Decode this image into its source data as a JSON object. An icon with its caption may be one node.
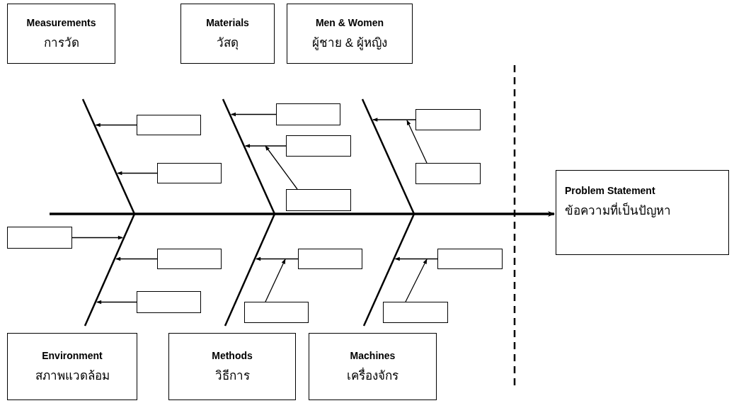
{
  "diagram": {
    "nodes": [
      {
        "text": [
          "Measurements",
          "การวัด"
        ]
      },
      {
        "text": [
          "Materials",
          "วัสดุ"
        ]
      },
      {
        "text": [
          "Men & Women",
          "ผู้ชาย & ผู้หญิง"
        ]
      },
      {
        "text": [],
        "shape": "line"
      },
      {
        "text": [],
        "shape": "line"
      },
      {
        "text": [],
        "shape": "line"
      },
      {
        "text": [],
        "shape": "box"
      },
      {
        "text": [],
        "shape": "box"
      },
      {
        "text": [],
        "shape": "box"
      },
      {
        "text": [],
        "shape": "box"
      },
      {
        "text": [],
        "shape": "box"
      },
      {
        "text": [],
        "shape": "box"
      },
      {
        "text": [],
        "shape": "box"
      },
      {
        "text": [
          "Problem Statement",
          "ข้อความที่เป็นปัญหา"
        ]
      },
      {
        "text": [],
        "shape": "line"
      },
      {
        "text": [],
        "shape": "line"
      },
      {
        "text": [],
        "shape": "line"
      },
      {
        "text": [],
        "shape": "box"
      },
      {
        "text": [],
        "shape": "box"
      },
      {
        "text": [],
        "shape": "box"
      },
      {
        "text": [],
        "shape": "box"
      },
      {
        "text": [],
        "shape": "box"
      },
      {
        "text": [],
        "shape": "box"
      },
      {
        "text": [],
        "shape": "box"
      },
      {
        "text": [
          "Environment",
          "สภาพแวดล้อม"
        ]
      },
      {
        "text": [
          "Methods",
          "วิธีการ"
        ]
      },
      {
        "text": [
          "Machines",
          "เครื่องจักร"
        ]
      }
    ],
    "edges": [
      {
        "from": null,
        "to": 13,
        "arrow": "to",
        "style": "thick"
      },
      {
        "from": 8,
        "to": 3,
        "arrow": "to"
      },
      {
        "from": 10,
        "to": 3,
        "arrow": "to"
      },
      {
        "from": 6,
        "to": 4,
        "arrow": "to"
      },
      {
        "from": 9,
        "to": 4,
        "arrow": "to"
      },
      {
        "from": 12,
        "to": 4,
        "arrow": "to"
      },
      {
        "from": 7,
        "to": 5,
        "arrow": "to"
      },
      {
        "from": 11,
        "to": 5,
        "arrow": "to"
      },
      {
        "from": 17,
        "to": 14,
        "arrow": "to"
      },
      {
        "from": 18,
        "to": 14,
        "arrow": "to"
      },
      {
        "from": 21,
        "to": 14,
        "arrow": "to"
      },
      {
        "from": 19,
        "to": 15,
        "arrow": "to"
      },
      {
        "from": 22,
        "to": 15,
        "arrow": "to"
      },
      {
        "from": 20,
        "to": 16,
        "arrow": "to"
      },
      {
        "from": 23,
        "to": 16,
        "arrow": "to"
      }
    ]
  }
}
